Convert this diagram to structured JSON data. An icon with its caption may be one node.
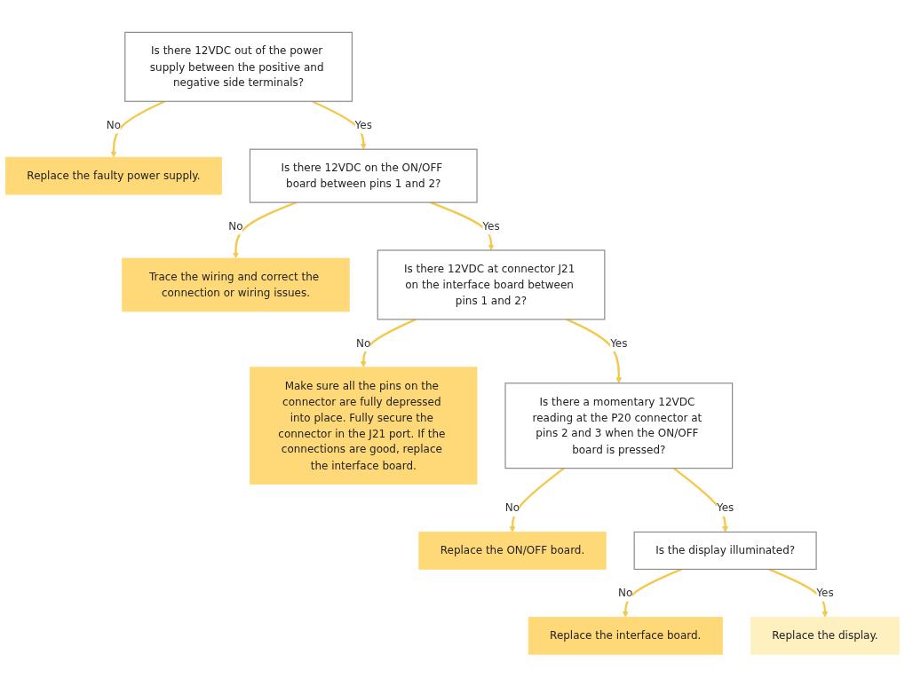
{
  "diagram": {
    "nodes": [
      {
        "text": [
          "Is there 12VDC out of the power supply between the positive and negative side terminals?"
        ]
      },
      {
        "text": [
          "Replace the faulty power supply."
        ]
      },
      {
        "text": [
          "Is there 12VDC on the ON/OFF board between pins 1 and 2?"
        ]
      },
      {
        "text": [
          "Trace the wiring and correct the connection or wiring issues."
        ]
      },
      {
        "text": [
          "Is there 12VDC at connector J21 on the interface board between pins 1 and 2?"
        ]
      },
      {
        "text": [
          "Make sure all the pins on the connector are fully depressed into place. Fully secure the connector in the J21 port. If the connections are good, replace the interface board."
        ]
      },
      {
        "text": [
          "Is there a momentary 12VDC reading at the P20 connector at pins 2 and 3 when the ON/OFF board is pressed?"
        ]
      },
      {
        "text": [
          "Replace the ON/OFF board."
        ]
      },
      {
        "text": [
          "Is the display illuminated?"
        ]
      },
      {
        "text": [
          "Replace the interface board."
        ]
      },
      {
        "text": [
          "Replace the display."
        ]
      }
    ],
    "edges": [
      {
        "from": 0,
        "to": 1,
        "arrow": "to",
        "label": "No"
      },
      {
        "from": 0,
        "to": 2,
        "arrow": "to",
        "label": "Yes"
      },
      {
        "from": 2,
        "to": 3,
        "arrow": "to",
        "label": "No"
      },
      {
        "from": 2,
        "to": 4,
        "arrow": "to",
        "label": "Yes"
      },
      {
        "from": 4,
        "to": 5,
        "arrow": "to",
        "label": "No"
      },
      {
        "from": 4,
        "to": 6,
        "arrow": "to",
        "label": "Yes"
      },
      {
        "from": 6,
        "to": 7,
        "arrow": "to",
        "label": "No"
      },
      {
        "from": 6,
        "to": 8,
        "arrow": "to",
        "label": "Yes"
      },
      {
        "from": 8,
        "to": 9,
        "arrow": "to",
        "label": "No"
      },
      {
        "from": 8,
        "to": 10,
        "arrow": "to",
        "label": "Yes"
      }
    ]
  }
}
